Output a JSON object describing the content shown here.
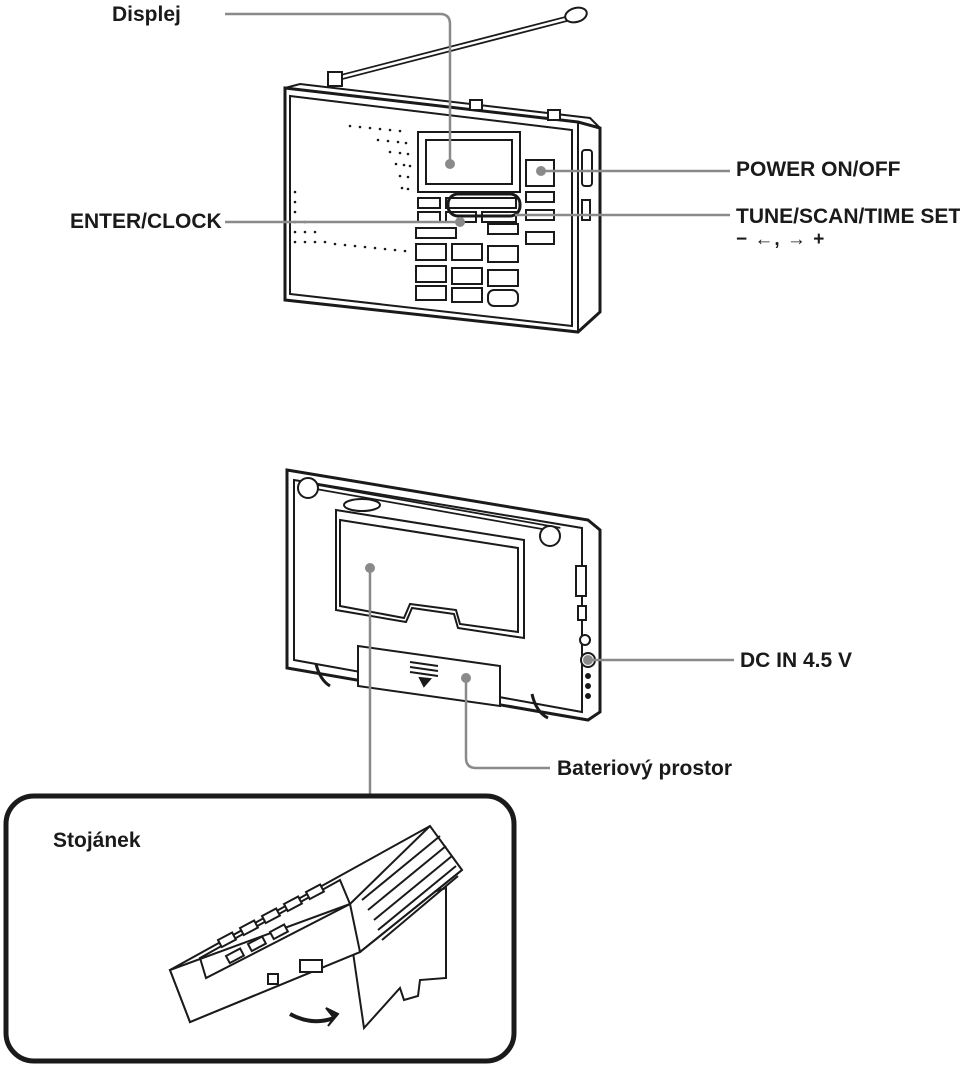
{
  "labels": {
    "displej": "Displej",
    "enter_clock": "ENTER/CLOCK",
    "power": "POWER ON/OFF",
    "tune": "TUNE/SCAN/TIME SET",
    "tune_sub": "− ←, → +",
    "dc_in": "DC IN 4.5 V",
    "battery": "Bateriový prostor",
    "stand": "Stojánek"
  },
  "colors": {
    "line": "#1a1a1a",
    "leader": "#8a8a8a"
  }
}
